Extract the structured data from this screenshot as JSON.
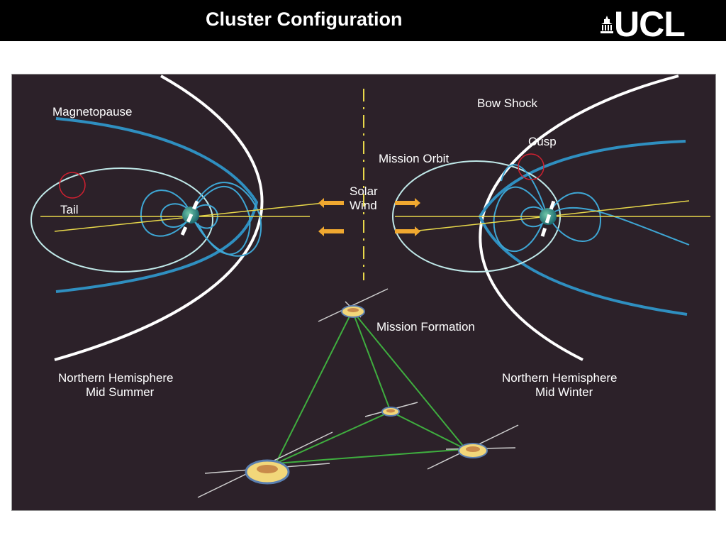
{
  "header": {
    "title": "Cluster Configuration",
    "logo_text": "UCL"
  },
  "labels": {
    "magnetopause": "Magnetopause",
    "tail": "Tail",
    "bow_shock": "Bow Shock",
    "cusp": "Cusp",
    "mission_orbit": "Mission Orbit",
    "solar_wind_line1": "Solar",
    "solar_wind_line2": "Wind",
    "mission_formation": "Mission Formation",
    "left_caption_line1": "Northern Hemisphere",
    "left_caption_line2": "Mid Summer",
    "right_caption_line1": "Northern Hemisphere",
    "right_caption_line2": "Mid Winter"
  },
  "colors": {
    "background": "#2c2129",
    "bow_shock": "#ffffff",
    "magnetopause": "#2f8fc0",
    "field_lines": "#3ea6d4",
    "orbit": "#bfe8e8",
    "ecliptic": "#e8d84a",
    "arrows": "#f0a830",
    "formation_links": "#3fae3f",
    "cusp_marker": "#d02030"
  }
}
